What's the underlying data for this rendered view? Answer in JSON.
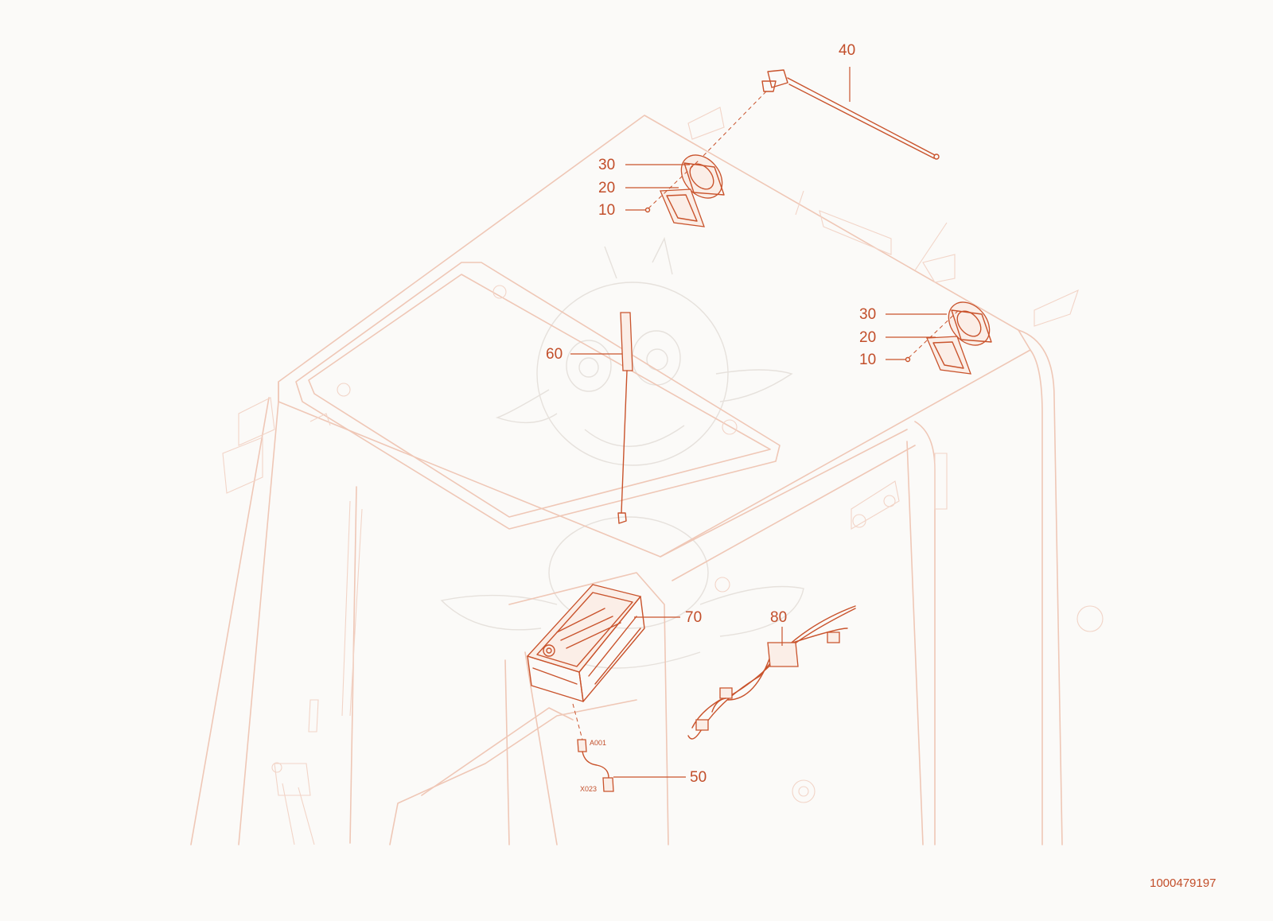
{
  "callouts": [
    {
      "id": "40",
      "text": "40"
    },
    {
      "id": "30a",
      "text": "30"
    },
    {
      "id": "20a",
      "text": "20"
    },
    {
      "id": "10a",
      "text": "10"
    },
    {
      "id": "30b",
      "text": "30"
    },
    {
      "id": "20b",
      "text": "20"
    },
    {
      "id": "10b",
      "text": "10"
    },
    {
      "id": "60",
      "text": "60"
    },
    {
      "id": "70",
      "text": "70"
    },
    {
      "id": "80",
      "text": "80"
    },
    {
      "id": "50",
      "text": "50"
    }
  ],
  "connectors": [
    "A001",
    "X023"
  ],
  "document_number": "1000479197",
  "colors": {
    "part": "#c9532c",
    "frame": "#efc7b6",
    "background": "#fbfaf8"
  }
}
